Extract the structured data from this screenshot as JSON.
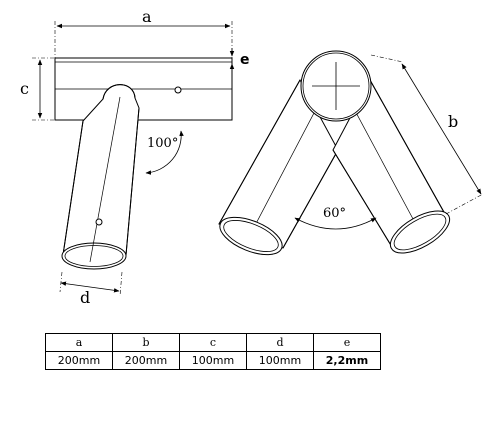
{
  "labels": {
    "a": "a",
    "b": "b",
    "c": "c",
    "d": "d",
    "e": "e",
    "angle_left": "100°",
    "angle_right": "60°"
  },
  "table": {
    "headers": [
      "a",
      "b",
      "c",
      "d",
      "e"
    ],
    "values": [
      "200mm",
      "200mm",
      "100mm",
      "100mm",
      "2,2mm"
    ]
  }
}
